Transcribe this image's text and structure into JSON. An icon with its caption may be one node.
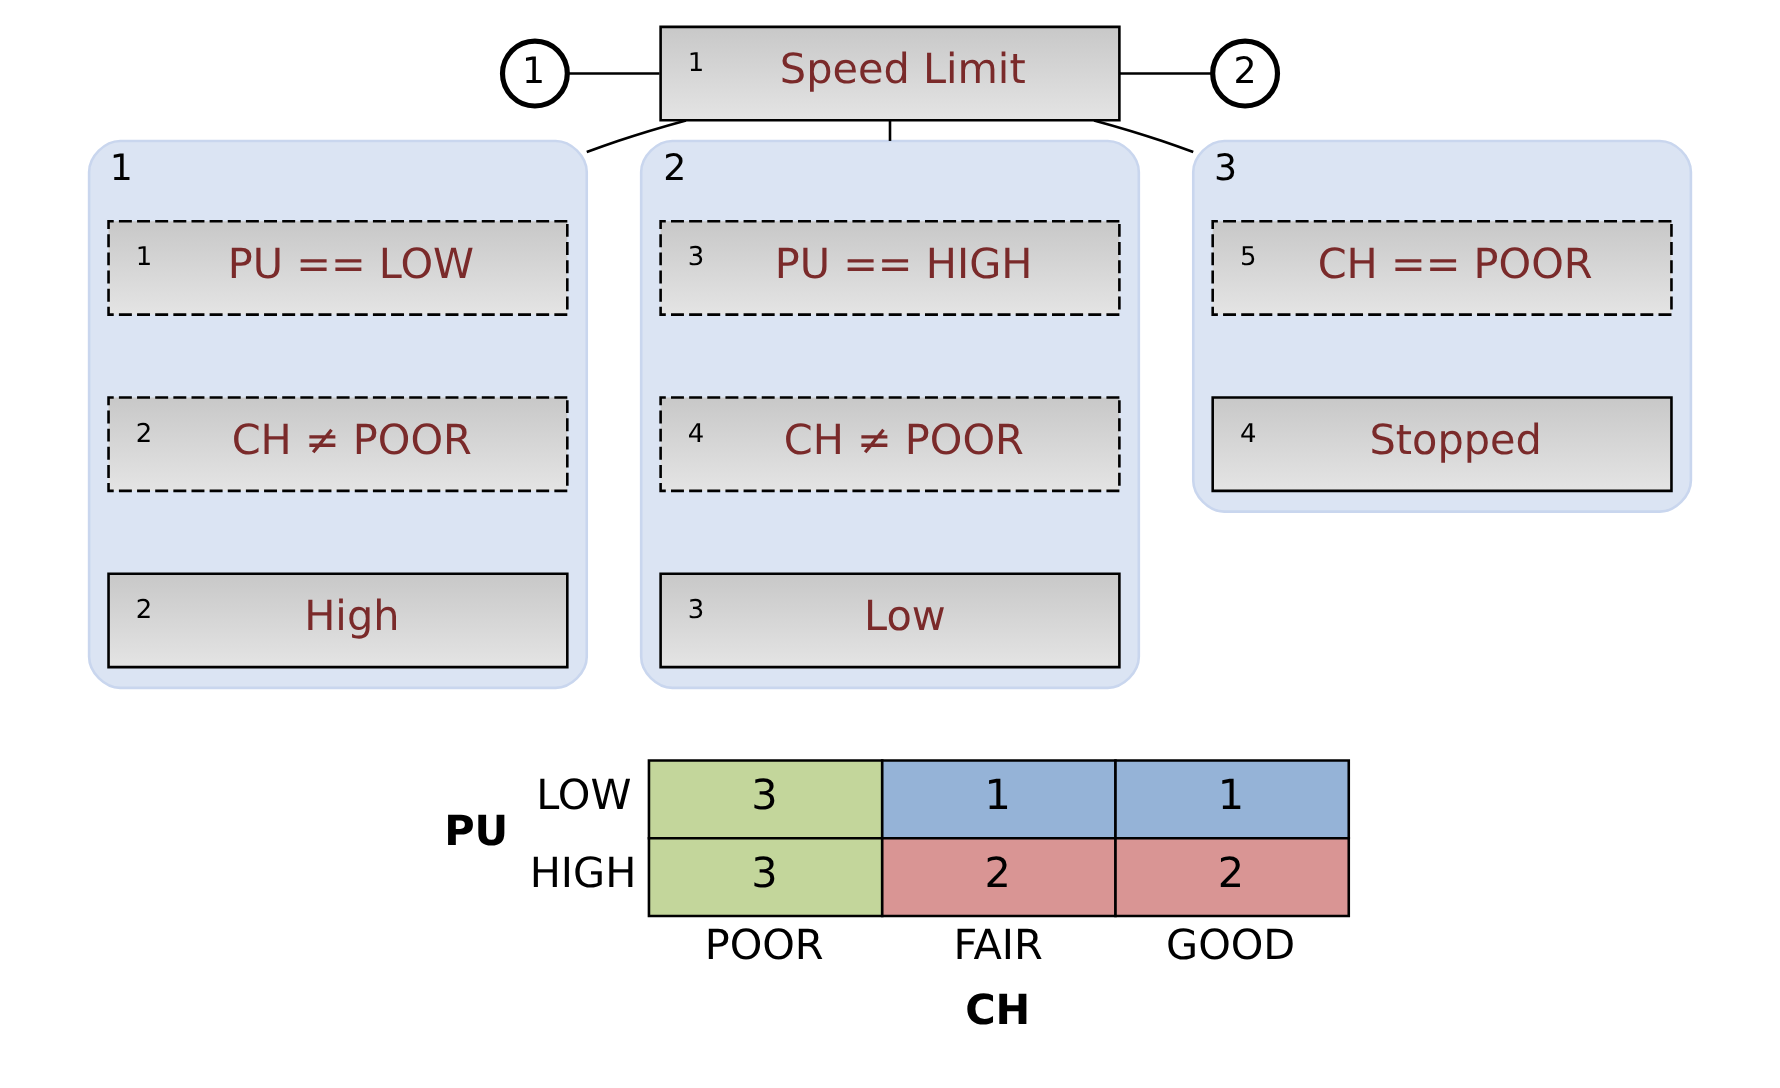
{
  "diagram": {
    "nodes": [
      {
        "text": [
          "1"
        ]
      },
      {
        "text": [
          "1",
          "Speed Limit"
        ]
      },
      {
        "text": [
          "2"
        ]
      },
      {
        "text": [
          "1"
        ]
      },
      {
        "text": [
          "1",
          "PU == LOW"
        ],
        "in": 3
      },
      {
        "text": [
          "2",
          "CH ≠ POOR"
        ],
        "in": 3
      },
      {
        "text": [
          "2",
          "High"
        ],
        "in": 3
      },
      {
        "text": [
          "2"
        ]
      },
      {
        "text": [
          "3",
          "PU == HIGH"
        ],
        "in": 7
      },
      {
        "text": [
          "4",
          "CH ≠ POOR"
        ],
        "in": 7
      },
      {
        "text": [
          "3",
          "Low"
        ],
        "in": 7
      },
      {
        "text": [
          "3"
        ]
      },
      {
        "text": [
          "5",
          "CH == POOR"
        ],
        "in": 11
      },
      {
        "text": [
          "4",
          "Stopped"
        ],
        "in": 11
      }
    ],
    "edges": [
      {
        "from": 0,
        "to": 1,
        "arrow": "none"
      },
      {
        "from": 1,
        "to": 2,
        "arrow": "none"
      },
      {
        "from": 1,
        "to": 3,
        "arrow": "none"
      },
      {
        "from": 1,
        "to": 7,
        "arrow": "none"
      },
      {
        "from": 1,
        "to": 11,
        "arrow": "none"
      }
    ],
    "labels": [
      "LOW",
      "3",
      "1",
      "1",
      "PU",
      "HIGH",
      "3",
      "2",
      "2",
      "POOR",
      "FAIR",
      "GOOD",
      "CH"
    ]
  }
}
